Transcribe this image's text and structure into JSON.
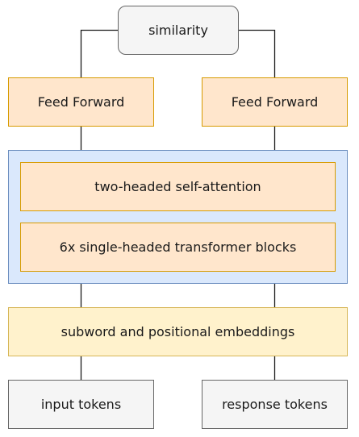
{
  "diagram": {
    "similarity_label": "similarity",
    "feed_forward_left_label": "Feed Forward",
    "feed_forward_right_label": "Feed Forward",
    "attention_label": "two-headed self-attention",
    "transformer_blocks_label": "6x single-headed transformer blocks",
    "embeddings_label": "subword and positional embeddings",
    "input_tokens_label": "input tokens",
    "response_tokens_label": "response tokens"
  },
  "colors": {
    "gray_fill": "#f5f5f5",
    "gray_stroke": "#666666",
    "orange_fill": "#ffe6cc",
    "orange_stroke": "#d79b00",
    "blue_fill": "#dae8fc",
    "blue_stroke": "#6c8ebf",
    "yellow_fill": "#fff2cc",
    "yellow_stroke": "#d6b656"
  }
}
